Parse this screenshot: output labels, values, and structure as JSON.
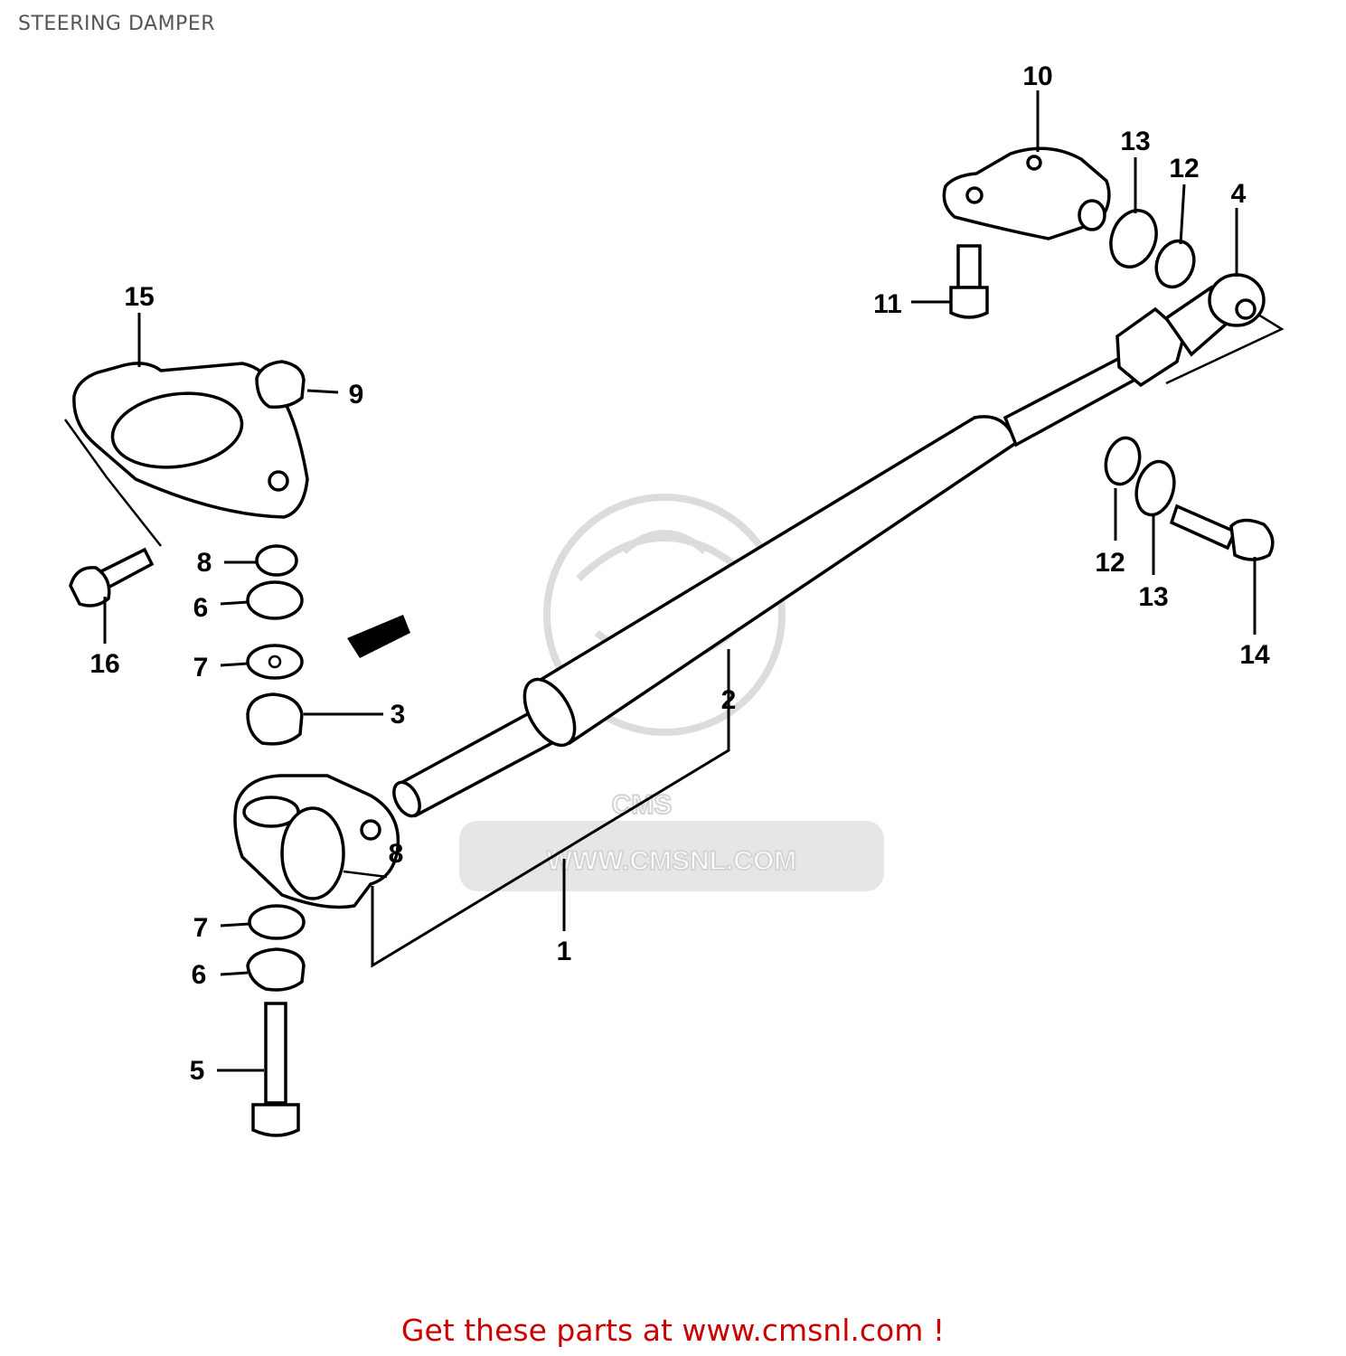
{
  "page": {
    "title": "STEERING DAMPER"
  },
  "watermark": {
    "brand": "CMS",
    "url": "WWW.CMSNL.COM"
  },
  "callouts": {
    "c1": "1",
    "c2": "2",
    "c3": "3",
    "c4": "4",
    "c5": "5",
    "c6a": "6",
    "c6b": "6",
    "c7a": "7",
    "c7b": "7",
    "c8a": "8",
    "c8b": "8",
    "c9": "9",
    "c10": "10",
    "c11": "11",
    "c12a": "12",
    "c12b": "12",
    "c13a": "13",
    "c13b": "13",
    "c14": "14",
    "c15": "15",
    "c16": "16"
  },
  "footer": {
    "link_text": "Get these parts at www.cmsnl.com !"
  }
}
